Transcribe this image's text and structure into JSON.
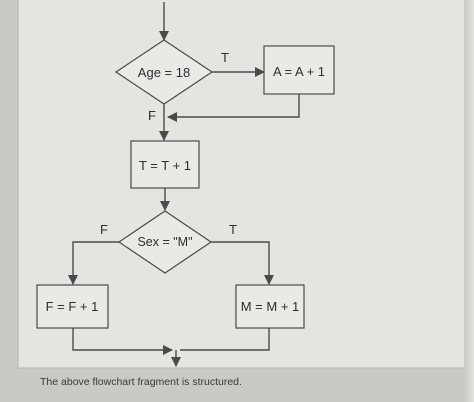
{
  "nodes": {
    "age_decision": "Age = 18",
    "a_increment": "A = A + 1",
    "t_increment": "T = T + 1",
    "sex_decision": "Sex = \"M\"",
    "f_increment": "F = F + 1",
    "m_increment": "M = M + 1"
  },
  "edge_labels": {
    "age_true": "T",
    "age_false": "F",
    "sex_false": "F",
    "sex_true": "T"
  },
  "caption": "The above flowchart fragment is structured.",
  "colors": {
    "background": "#c9c9c6",
    "panel": "#e4e4e1",
    "stroke": "#4a4a4a",
    "text": "#2e2e2e"
  }
}
